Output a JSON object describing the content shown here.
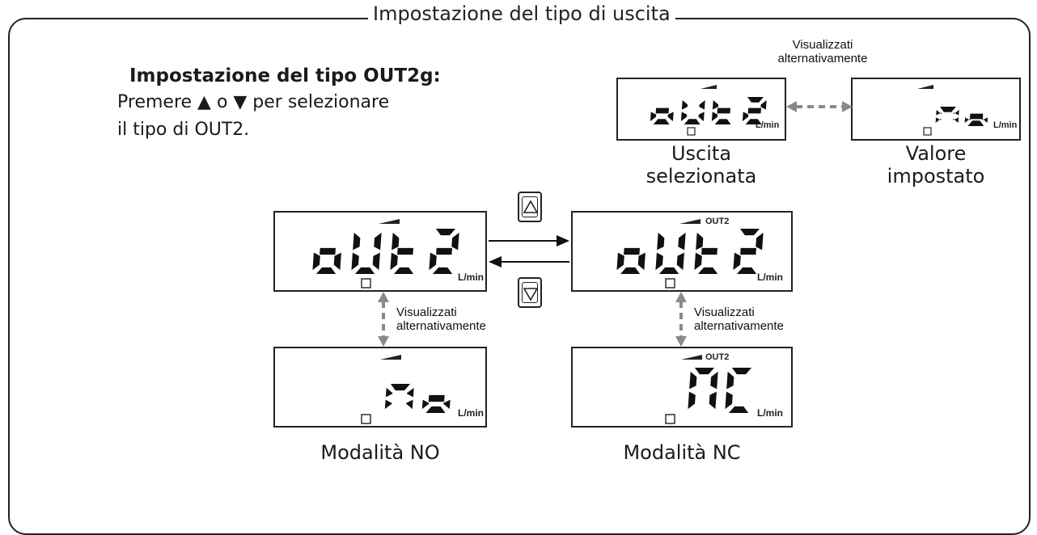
{
  "title": "Impostazione del tipo di uscita",
  "heading": "Impostazione del tipo OUT2g:",
  "instructions": [
    "Premere ▲ o ▼ per selezionare",
    "il tipo di OUT2."
  ],
  "alternate_label": [
    "Visualizzati",
    "alternativamente"
  ],
  "top_captions": {
    "left": [
      "Uscita",
      "selezionata"
    ],
    "right": [
      "Valore",
      "impostato"
    ]
  },
  "displays": {
    "top_left": {
      "text": "oUt2",
      "unit": "L/min"
    },
    "top_right": {
      "text": "no",
      "unit": "L/min"
    },
    "main_left": {
      "text": "oUt2",
      "unit": "L/min"
    },
    "main_right": {
      "text": "oUt2",
      "unit": "L/min",
      "indicator": "OUT2"
    },
    "bottom_left": {
      "text": "no",
      "unit": "L/min"
    },
    "bottom_right": {
      "text": "nC",
      "unit": "L/min",
      "indicator": "OUT2"
    }
  },
  "mode_captions": {
    "no": "Modalità NO",
    "nc": "Modalità NC"
  },
  "buttons": {
    "up": "up-triangle-icon",
    "down": "down-triangle-icon"
  },
  "colors": {
    "ink": "#1a1a1a",
    "dashed_arrow": "#8a8a8a"
  }
}
